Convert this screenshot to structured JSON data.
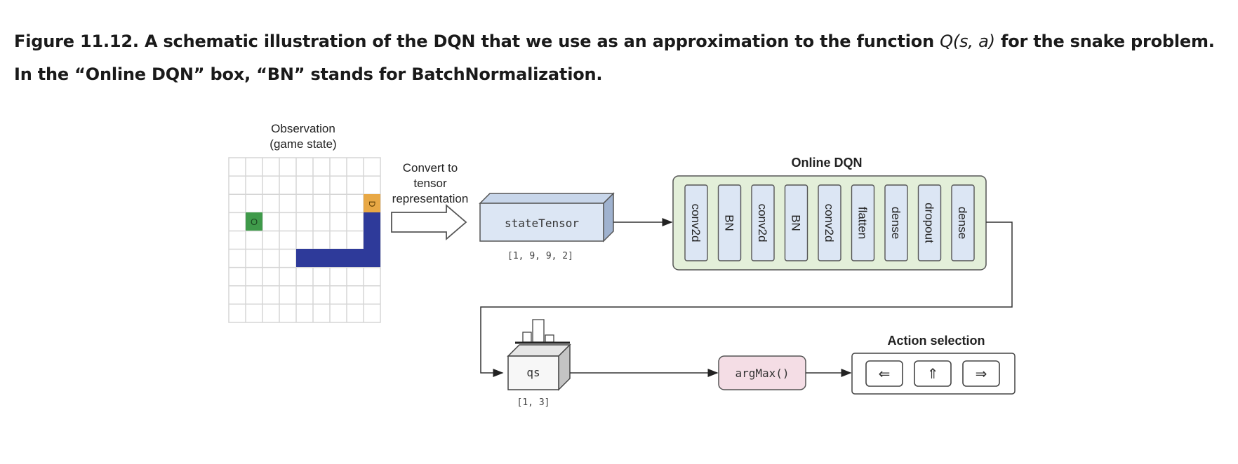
{
  "caption": {
    "prefix": "Figure 11.12. A schematic illustration of the DQN that we use as an approximation to the function ",
    "func": "Q(s, a)",
    "suffix": " for the snake problem. In the “Online DQN” box, “BN” stands for BatchNormalization."
  },
  "observation": {
    "title_line1": "Observation",
    "title_line2": "(game state)",
    "fruit_label": "O",
    "head_label": "D"
  },
  "convert": {
    "line1": "Convert to",
    "line2": "tensor",
    "line3": "representation"
  },
  "state_tensor": {
    "label": "stateTensor",
    "shape": "[1, 9, 9, 2]"
  },
  "online_dqn": {
    "title": "Online DQN",
    "layers": [
      "conv2d",
      "BN",
      "conv2d",
      "BN",
      "conv2d",
      "flatten",
      "dense",
      "dropout",
      "dense"
    ]
  },
  "qs": {
    "label": "qs",
    "shape": "[1, 3]"
  },
  "argmax": {
    "label": "argMax()"
  },
  "action_selection": {
    "title": "Action selection",
    "actions": [
      "⇐",
      "⇑",
      "⇒"
    ]
  },
  "colors": {
    "snake_body": "#2e3a9a",
    "snake_head": "#e8a845",
    "fruit": "#3f9a4a",
    "tensor_fill": "#dce6f4",
    "dqn_panel": "#e3efd9",
    "layer_fill": "#dce6f4",
    "argmax_fill": "#f4dde5"
  }
}
